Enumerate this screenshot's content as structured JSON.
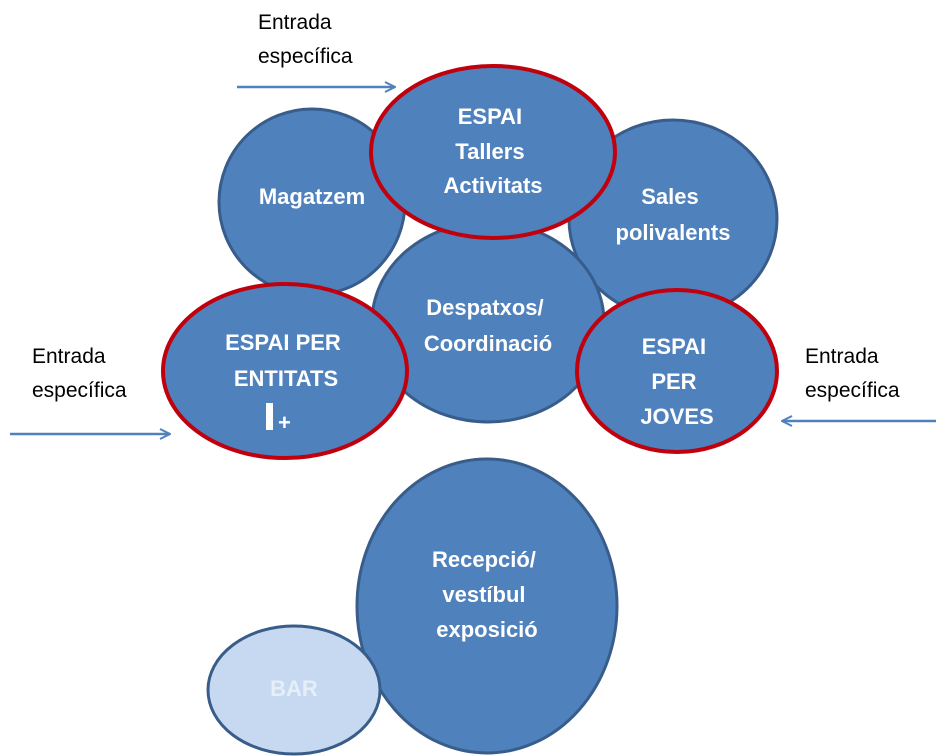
{
  "colors": {
    "node_fill": "#4f81bd",
    "node_stroke": "#385d8a",
    "highlight_stroke": "#c0000c",
    "bar_fill": "#c6d9f1",
    "arrow": "#4f81bd"
  },
  "nodes": {
    "magatzem": {
      "lines": [
        "Magatzem"
      ]
    },
    "tallers": {
      "lines": [
        "ESPAI",
        "Tallers",
        "Activitats"
      ],
      "highlighted": true
    },
    "sales": {
      "lines": [
        "Sales",
        "polivalents"
      ]
    },
    "despatxos": {
      "lines": [
        "Despatxos/",
        "Coordinació"
      ]
    },
    "entitats": {
      "lines": [
        "ESPAI PER",
        "ENTITATS"
      ],
      "icon": "i-plus-icon",
      "icon_label": "+",
      "highlighted": true
    },
    "joves": {
      "lines": [
        "ESPAI",
        "PER",
        "JOVES"
      ],
      "highlighted": true
    },
    "recepcio": {
      "lines": [
        "Recepció/",
        "vestíbul",
        "exposició"
      ]
    },
    "bar": {
      "lines": [
        "BAR"
      ]
    }
  },
  "entrances": {
    "top": [
      "Entrada",
      "específica"
    ],
    "left": [
      "Entrada",
      "específica"
    ],
    "right": [
      "Entrada",
      "específica"
    ]
  }
}
